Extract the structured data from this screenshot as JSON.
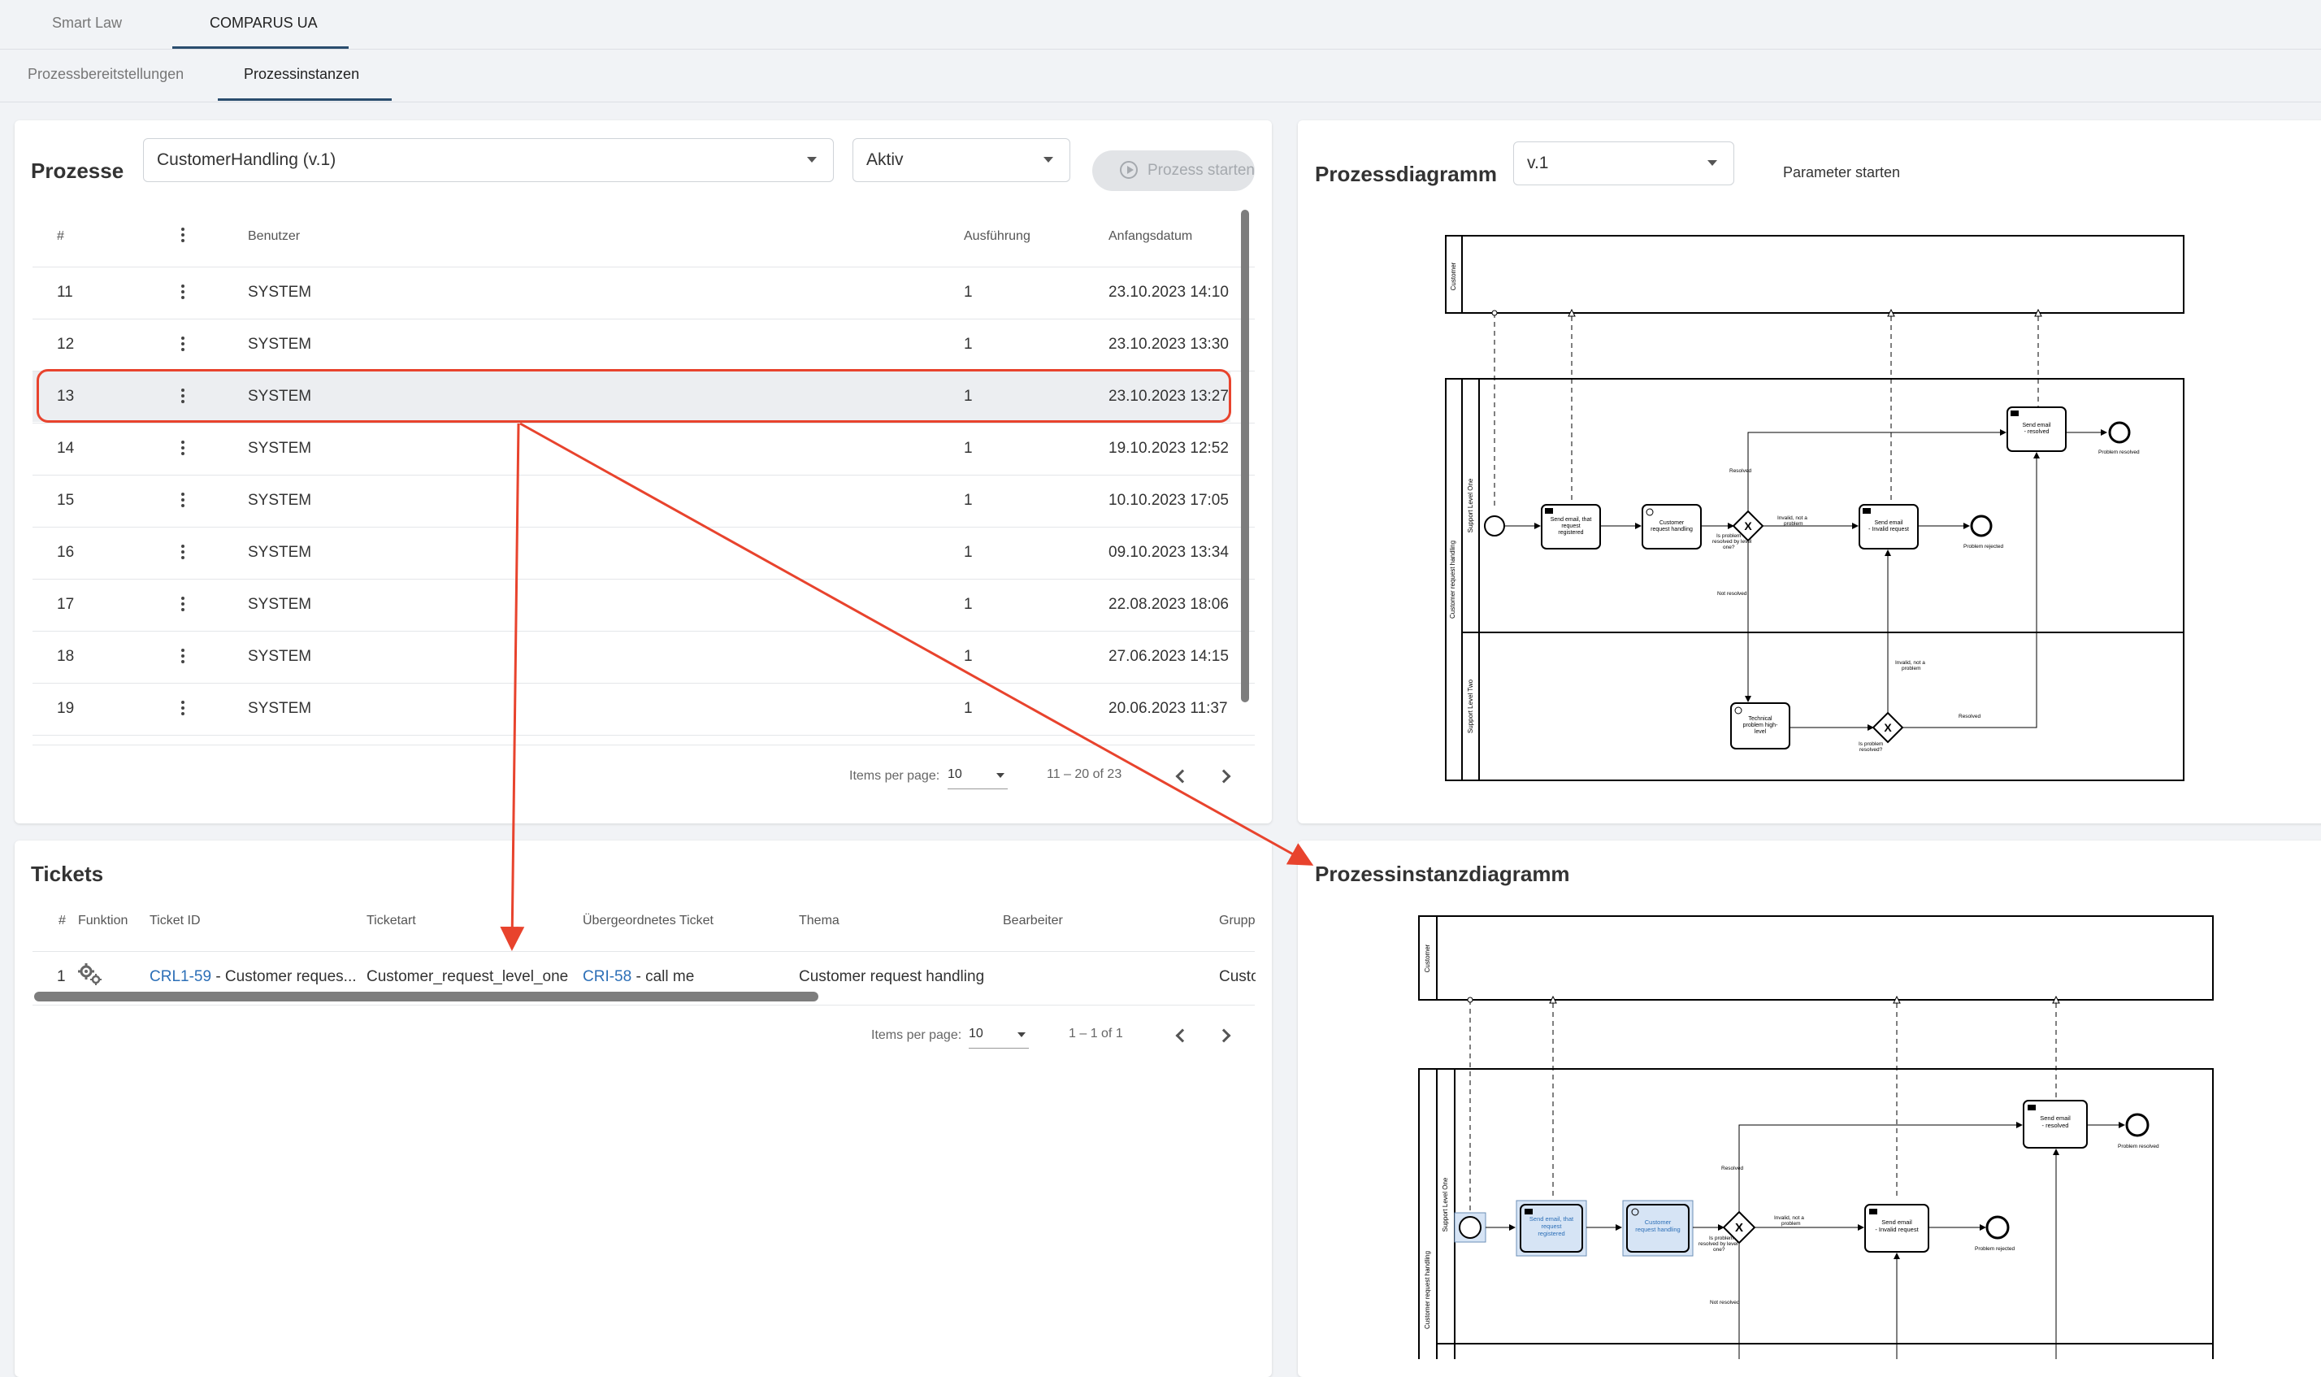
{
  "top_tabs": [
    {
      "label": "Smart Law"
    },
    {
      "label": "COMPARUS UA"
    }
  ],
  "sub_tabs": [
    {
      "label": "Prozessbereitstellungen"
    },
    {
      "label": "Prozessinstanzen"
    }
  ],
  "processes": {
    "title": "Prozesse",
    "process_select": "CustomerHandling (v.1)",
    "status_select": "Aktiv",
    "start_button": "Prozess starten",
    "columns": {
      "num": "#",
      "user": "Benutzer",
      "execution": "Ausführung",
      "start_date": "Anfangsdatum"
    },
    "rows": [
      {
        "num": "11",
        "user": "SYSTEM",
        "execution": "1",
        "date": "23.10.2023 14:10"
      },
      {
        "num": "12",
        "user": "SYSTEM",
        "execution": "1",
        "date": "23.10.2023 13:30"
      },
      {
        "num": "13",
        "user": "SYSTEM",
        "execution": "1",
        "date": "23.10.2023 13:27"
      },
      {
        "num": "14",
        "user": "SYSTEM",
        "execution": "1",
        "date": "19.10.2023 12:52"
      },
      {
        "num": "15",
        "user": "SYSTEM",
        "execution": "1",
        "date": "10.10.2023 17:05"
      },
      {
        "num": "16",
        "user": "SYSTEM",
        "execution": "1",
        "date": "09.10.2023 13:34"
      },
      {
        "num": "17",
        "user": "SYSTEM",
        "execution": "1",
        "date": "22.08.2023 18:06"
      },
      {
        "num": "18",
        "user": "SYSTEM",
        "execution": "1",
        "date": "27.06.2023 14:15"
      },
      {
        "num": "19",
        "user": "SYSTEM",
        "execution": "1",
        "date": "20.06.2023 11:37"
      }
    ],
    "selected_row": "13",
    "pager": {
      "items_label": "Items per page:",
      "page_size": "10",
      "range": "11 – 20 of 23"
    }
  },
  "tickets": {
    "title": "Tickets",
    "columns": {
      "num": "#",
      "function": "Funktion",
      "ticket_id": "Ticket ID",
      "type": "Ticketart",
      "parent": "Übergeordnetes Ticket",
      "topic": "Thema",
      "assignee": "Bearbeiter",
      "group": "Grupp"
    },
    "rows": [
      {
        "num": "1",
        "ticket_link": "CRL1-59",
        "ticket_rest": " - Customer reques...",
        "type": "Customer_request_level_one",
        "parent_link": "CRI-58",
        "parent_rest": " - call me",
        "topic": "Customer request handling",
        "group": "Custo"
      }
    ],
    "pager": {
      "items_label": "Items per page:",
      "page_size": "10",
      "range": "1 – 1 of 1"
    }
  },
  "process_diagram": {
    "title": "Prozessdiagramm",
    "version_select": "v.1",
    "params_link": "Parameter starten",
    "labels": {
      "pool_customer": "Customer",
      "pool_handling": "Customer request handling",
      "lane_one": "Support Level One",
      "lane_two": "Support Level Two",
      "task_send_registered": "Send email, that request registered",
      "task_customer_handling": "Customer request handling",
      "task_send_invalid": "Send email - Invalid request",
      "task_send_resolved": "Send email - resolved",
      "task_technical": "Technical problem high-level",
      "gateway_question": "Is problem resolved by level one?",
      "gateway2_question": "Is problem resolved?",
      "flow_resolved": "Resolved",
      "flow_not_resolved": "Not resolved",
      "flow_invalid": "Invalid, not a problem",
      "end_resolved": "Problem resolved",
      "end_rejected": "Problem rejected"
    }
  },
  "instance_diagram": {
    "title": "Prozessinstanzdiagramm"
  },
  "colors": {
    "accent": "#2a4d6e",
    "annotation": "#e8432d",
    "link": "#2c6fb7",
    "active_task": "#d6e4f5"
  }
}
